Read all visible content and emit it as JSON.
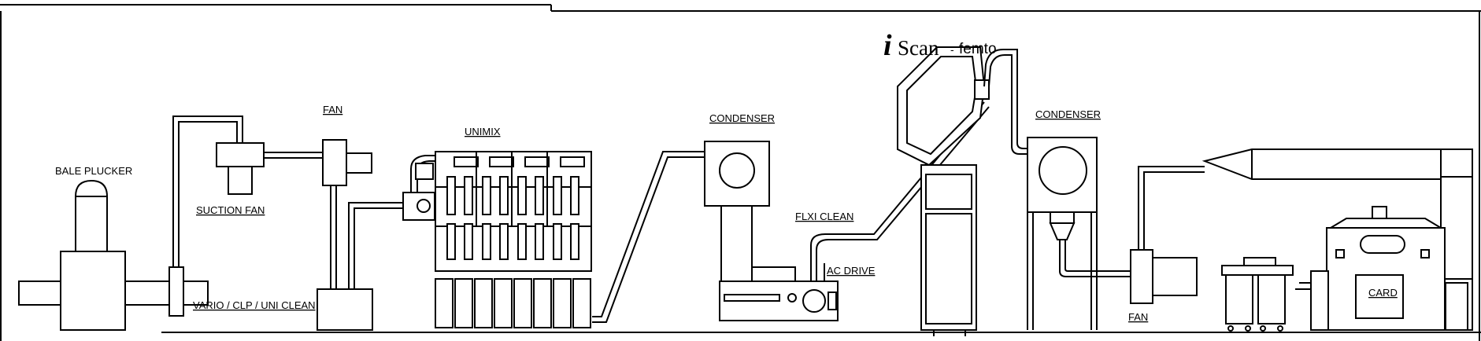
{
  "labels": {
    "bale_plucker": "BALE PLUCKER",
    "suction_fan": "SUCTION FAN",
    "fan_top": "FAN",
    "vario": "VARIO / CLP / UNI CLEAN",
    "unimix": "UNIMIX",
    "condenser_1": "CONDENSER",
    "flexi_clean": "FLXI CLEAN",
    "ac_drive": "AC DRIVE",
    "condenser_2": "CONDENSER",
    "fan_bottom": "FAN",
    "card": "CARD"
  },
  "brand": {
    "i": "i",
    "scan": "Scan",
    "dash": "-",
    "femto": "femto"
  },
  "colors": {
    "line": "#000000",
    "background": "#ffffff"
  }
}
